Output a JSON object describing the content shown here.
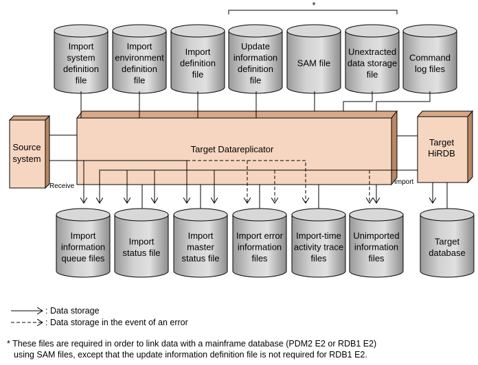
{
  "diagram": {
    "asterisk": "*",
    "top_files": [
      [
        "Import",
        "system",
        "definition",
        "file"
      ],
      [
        "Import",
        "environment",
        "definition",
        "file"
      ],
      [
        "Import",
        "definition",
        "file"
      ],
      [
        "Update",
        "information",
        "definition",
        "file"
      ],
      [
        "SAM file"
      ],
      [
        "Unextracted",
        "data storage",
        "file"
      ],
      [
        "Command",
        "log files"
      ]
    ],
    "bottom_files": [
      [
        "Import",
        "information",
        "queue files"
      ],
      [
        "Import",
        "status file"
      ],
      [
        "Import",
        "master",
        "status file"
      ],
      [
        "Import error",
        "information",
        "files"
      ],
      [
        "Import-time",
        "activity trace",
        "files"
      ],
      [
        "Unimported",
        "information",
        "files"
      ],
      [
        "Target",
        "database"
      ]
    ],
    "source_system": [
      "Source",
      "system"
    ],
    "target_datareplicator": "Target Datareplicator",
    "target_hirdb": [
      "Target",
      "HiRDB"
    ],
    "receive_label": "Receive",
    "import_label": "Import"
  },
  "legend": {
    "solid": ": Data storage",
    "dashed": ": Data storage in the event of an error"
  },
  "footnote": [
    "* These files are required in order to link data with a mainframe database (PDM2 E2 or RDB1 E2)",
    "using SAM files, except that the update information definition file is not required for RDB1 E2."
  ]
}
